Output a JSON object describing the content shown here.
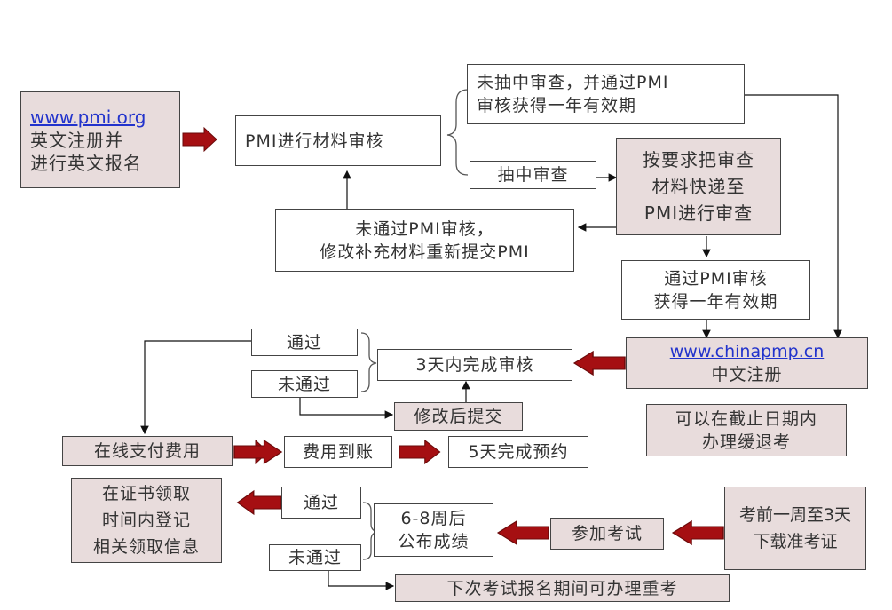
{
  "nodes": {
    "pmi_register": {
      "link": "www.pmi.org",
      "line1": "英文注册并",
      "line2": "进行英文报名"
    },
    "pmi_review": {
      "text": "PMI进行材料审核"
    },
    "not_audited": {
      "line1": "未抽中审查，并通过PMI",
      "line2": "审核获得一年有效期"
    },
    "audited": {
      "text": "抽中审查"
    },
    "send_materials": {
      "line1": "按要求把审查",
      "line2": "材料快递至",
      "line3": "PMI进行审查"
    },
    "failed_resubmit": {
      "line1": "未通过PMI审核，",
      "line2": "修改补充材料重新提交PMI"
    },
    "passed_audit": {
      "line1": "通过PMI审核",
      "line2": "获得一年有效期"
    },
    "chinapmp": {
      "link": "www.chinapmp.cn",
      "line1": "中文注册"
    },
    "defer_note": {
      "line1": "可以在截止日期内",
      "line2": "办理缓退考"
    },
    "review_3days": {
      "text": "3天内完成审核"
    },
    "pass1": {
      "text": "通过"
    },
    "fail1": {
      "text": "未通过"
    },
    "resubmit": {
      "text": "修改后提交"
    },
    "pay_online": {
      "text": "在线支付费用"
    },
    "payment_received": {
      "text": "费用到账"
    },
    "booking_5days": {
      "text": "5天完成预约"
    },
    "certificate": {
      "line1": "在证书领取",
      "line2": "时间内登记",
      "line3": "相关领取信息"
    },
    "pass2": {
      "text": "通过"
    },
    "fail2": {
      "text": "未通过"
    },
    "results": {
      "line1": "6-8周后",
      "line2": "公布成绩"
    },
    "take_exam": {
      "text": "参加考试"
    },
    "admission_ticket": {
      "line1": "考前一周至3天",
      "line2": "下载准考证"
    },
    "retake": {
      "text": "下次考试报名期间可办理重考"
    }
  },
  "colors": {
    "shaded_fill": "#e8dcdc",
    "big_arrow": "#a50f12",
    "link": "#2233cc"
  }
}
